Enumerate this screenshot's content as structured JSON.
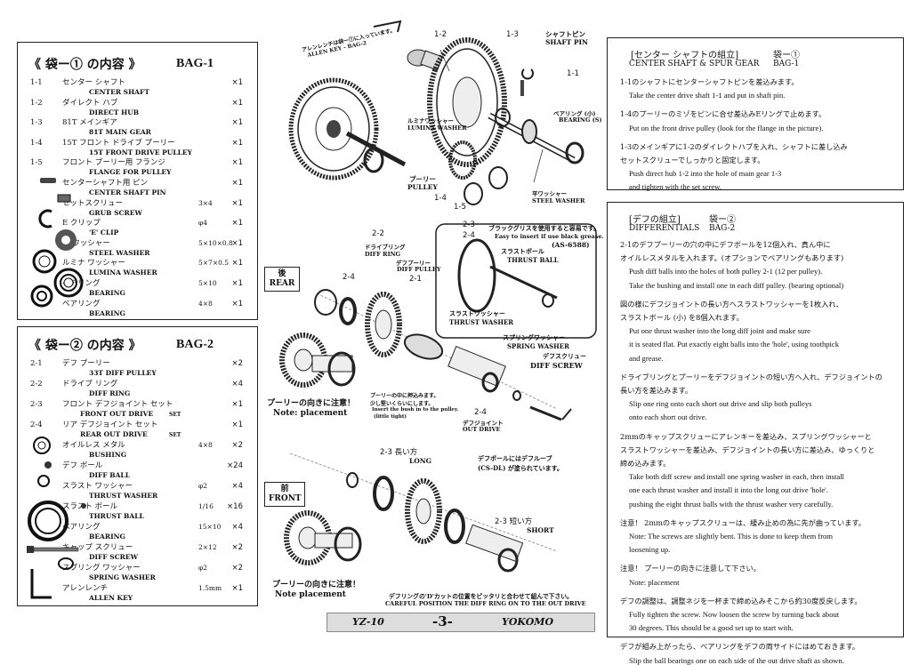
{
  "bag1": {
    "title": "《 袋ー① の内容 》",
    "code": "BAG-1",
    "items": [
      {
        "num": "1-1",
        "jp": "センター シャフト",
        "en": "CENTER SHAFT",
        "size": "",
        "qty": "×1"
      },
      {
        "num": "1-2",
        "jp": "ダイレクト ハブ",
        "en": "DIRECT HUB",
        "size": "",
        "qty": "×1"
      },
      {
        "num": "1-3",
        "jp": "81T メインギア",
        "en": "81T MAIN GEAR",
        "size": "",
        "qty": "×1"
      },
      {
        "num": "1-4",
        "jp": "15T フロント ドライブ プーリー",
        "en": "15T FRONT DRIVE PULLEY",
        "size": "",
        "qty": "×1"
      },
      {
        "num": "1-5",
        "jp": "フロント プーリー用 フランジ",
        "en": "FLANGE FOR PULLEY",
        "size": "",
        "qty": "×1"
      },
      {
        "num": "",
        "jp": "センターシャフト用 ピン",
        "en": "CENTER SHAFT PIN",
        "size": "",
        "qty": "×1"
      },
      {
        "num": "",
        "jp": "セットスクリュー",
        "en": "GRUB SCREW",
        "size": "3×4",
        "qty": "×1"
      },
      {
        "num": "",
        "jp": "E クリップ",
        "en": "'E' CLIP",
        "size": "φ4",
        "qty": "×1"
      },
      {
        "num": "",
        "jp": "平 ワッシャー",
        "en": "STEEL WASHER",
        "size": "5×10×0.8",
        "qty": "×1"
      },
      {
        "num": "",
        "jp": "ルミナ ワッシャー",
        "en": "LUMINA WASHER",
        "size": "5×7×0.5",
        "qty": "×1"
      },
      {
        "num": "",
        "jp": "ベアリング",
        "en": "BEARING",
        "size": "5×10",
        "qty": "×1"
      },
      {
        "num": "",
        "jp": "ベアリング",
        "en": "BEARING",
        "size": "4×8",
        "qty": "×1"
      }
    ]
  },
  "bag2": {
    "title": "《 袋ー② の内容 》",
    "code": "BAG-2",
    "items": [
      {
        "num": "2-1",
        "jp": "デフ プーリー",
        "en": "33T DIFF PULLEY",
        "size": "",
        "qty": "×2"
      },
      {
        "num": "2-2",
        "jp": "ドライブ リング",
        "en": "DIFF RING",
        "size": "",
        "qty": "×4"
      },
      {
        "num": "2-3",
        "jp": "フロント デフジョイント セット",
        "en": "FRONT OUT DRIVE",
        "set": "SET",
        "size": "",
        "qty": "×1"
      },
      {
        "num": "2-4",
        "jp": "リア デフジョイント セット",
        "en": "REAR OUT DRIVE",
        "set": "SET",
        "size": "",
        "qty": "×1"
      },
      {
        "num": "",
        "jp": "オイルレス メタル",
        "en": "BUSHING",
        "size": "4×8",
        "qty": "×2"
      },
      {
        "num": "",
        "jp": "デフ ボール",
        "en": "DIFF BALL",
        "size": "",
        "qty": "×24"
      },
      {
        "num": "",
        "jp": "スラスト ワッシャー",
        "en": "THRUST WASHER",
        "size": "φ2",
        "qty": "×4"
      },
      {
        "num": "",
        "jp": "スラスト ボール",
        "en": "THRUST BALL",
        "size": "1/16",
        "qty": "×16"
      },
      {
        "num": "",
        "jp": "ベアリング",
        "en": "BEARING",
        "size": "15×10",
        "qty": "×4"
      },
      {
        "num": "",
        "jp": "キャップ スクリュー",
        "en": "DIFF SCREW",
        "size": "2×12",
        "qty": "×2"
      },
      {
        "num": "",
        "jp": "スプリング ワッシャー",
        "en": "SPRING WASHER",
        "size": "φ2",
        "qty": "×2"
      },
      {
        "num": "",
        "jp": "アレンレンチ",
        "en": "ALLEN KEY",
        "size": "1.5mm",
        "qty": "×1"
      }
    ]
  },
  "diagram": {
    "allen_key_note_jp": "アレンレンチは袋ー①に入っています。",
    "allen_key_note_en": "ALLEN KEY - BAG-2",
    "label_1_2": "1-2",
    "label_1_3": "1-3",
    "label_1_1": "1-1",
    "label_1_4": "1-4",
    "label_1_5": "1-5",
    "shaft_pin_jp": "シャフトピン",
    "shaft_pin_en": "SHAFT PIN",
    "bearing_jp": "ベアリング (小)",
    "bearing_en": "BEARING (S)",
    "lumina_jp": "ルミナワッシャー",
    "lumina_en": "LUMINA WASHER",
    "pulley_jp": "プーリー",
    "pulley_en": "PULLEY",
    "steel_jp": "平ワッシャー",
    "steel_en": "STEEL WASHER",
    "rear_jp": "後",
    "rear_en": "REAR",
    "front_jp": "前",
    "front_en": "FRONT",
    "diff_ring_num": "2-2",
    "diff_ring_jp": "ドライブリング",
    "diff_ring_en": "DIFF RING",
    "diff_pulley_jp": "デフプーリー",
    "diff_pulley_en": "DIFF PULLEY",
    "label_2_1": "2-1",
    "label_2_4a": "2-4",
    "label_2_4b": "2-4",
    "label_2_3a": "2-3",
    "label_2_4c": "2-4",
    "grease_jp": "ブラックグリスを使用すると容易です。",
    "grease_en": "Easy to insert if use black grease.",
    "grease_code": "(AS-6588)",
    "thrust_ball_jp": "スラストボール",
    "thrust_ball_en": "THRUST BALL",
    "thrust_washer_jp": "スラストワッシャー",
    "thrust_washer_en": "THRUST WASHER",
    "spring_washer_jp": "スプリングワッシャー",
    "spring_washer_en": "SPRING WASHER",
    "diff_screw_jp": "デフスクリュー",
    "diff_screw_en": "DIFF SCREW",
    "bush_note_jp1": "プーリーの中に押込みます。",
    "bush_note_jp2": "少し堅いくらいにします。",
    "bush_note_en1": "Insert the bush in to the pulley.",
    "bush_note_en2": "(little tight)",
    "out_drive_num": "2-4",
    "out_drive_jp": "デフジョイント",
    "out_drive_en": "OUT DRIVE",
    "placement_jp": "プーリーの向きに注意！",
    "placement_en": "Note: placement",
    "placement2_jp": "プーリーの向きに注意！",
    "placement2_en": "Note  placement",
    "long_num": "2-3 長い方",
    "long_en": "LONG",
    "short_num": "2-3  短い方",
    "short_en": "SHORT",
    "cs_dl_jp1": "デフボールにはデフルーブ",
    "cs_dl_jp2": "(CS-DL) が塗られています。",
    "d_cut_jp": "デフリングの'D'カットの位置をピッタリと合わせて組んで下さい。",
    "d_cut_en": "CAREFUL POSITION THE DIFF RING ON TO THE OUT DRIVE"
  },
  "center": {
    "title_jp": "[センター シャフトの組立]",
    "bag_jp": "袋ー①",
    "title_en": "CENTER SHAFT & SPUR GEAR",
    "bag_en": "BAG-1",
    "lines": [
      "1-1のシャフトにセンターシャフトピンを差込みます。",
      "Take the center drive shaft 1-1 and put in shaft pin.",
      "1-4のプーリーのミゾをピンに合せ差込みEリングで止めます。",
      "Put on the front drive pulley       (look for the flange in the picture).",
      "1-3のメインギアに1-2のダイレクトハブを入れ、シャフトに差し込み",
      "セットスクリューでしっかりと固定します。",
      "Push direct hub 1-2 into the hole of main gear 1-3",
      "and tighten with the set screw."
    ]
  },
  "diffs": {
    "title_jp": "[デフの組立]",
    "bag_jp": "袋ー②",
    "title_en": "DIFFERENTIALS",
    "bag_en": "BAG-2",
    "lines": [
      "2-1のデフプーリーの穴の中にデフボールを12個入れ、真ん中に",
      "オイルレスメタルを入れます。(オプションでベアリングもあります)",
      "Push diff balls into the holes of both pulley 2-1 (12 per pulley).",
      "Take the bushing and install one in each diff pulley. (bearing optional)",
      "図の様にデフジョイントの長い方へスラストワッシャーを1枚入れ、",
      "スラストボール (小) を8個入れます。",
      "Put one thrust washer into the long diff joint and make sure",
      "it is seated flat. Put exactly eight balls into the 'hole', using toothpick",
      "and grease.",
      "ドライブリングとプーリーをデフジョイントの短い方へ入れ、デフジョイントの",
      "長い方を差込みます。",
      "Slip one ring onto each short out drive and slip both pulleys",
      "onto each short out drive.",
      "2mmのキャップスクリューにアレンキーを差込み、スプリングワッシャーと",
      "スラストワッシャーを差込み、デフジョイントの長い方に差込み、ゆっくりと",
      "締め込みます。",
      "Take both diff screw and install one spring washer in each, then install",
      "one each thrust washer and install it into the long out drive 'hole'.",
      "pushing the eight thrust balls with the thrust washer very carefully.",
      "注意！     2mmのキャップスクリューは、緩み止めの為に先が曲っています。",
      "Note: The screws are slightly bent. This is done to keep them from",
      "loosening up.",
      "注意！     プーリーの向きに注意して下さい。",
      "Note: placement",
      "デフの調整は、調整ネジを一杯まで締め込みそこから約30度反戻します。",
      "Fully tighten the screw. Now loosen the screw by turning back about",
      "30 degrees. This should be a good set up to start with.",
      "デフが組み上がったら、ベアリングをデフの両サイドにはめておきます。",
      "Slip the ball bearings one on each side of the out drive shaft as shown."
    ]
  },
  "footer": {
    "model": "YZ-10",
    "page": "-3-",
    "brand": "YOKOMO"
  }
}
